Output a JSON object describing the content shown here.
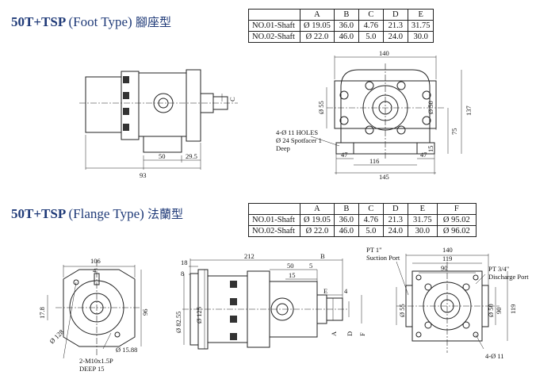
{
  "foot": {
    "title_bold": "50T+TSP",
    "title_type": "(Foot Type)",
    "title_cjk": "腳座型",
    "headers": [
      "",
      "A",
      "B",
      "C",
      "D",
      "E"
    ],
    "rows": [
      [
        "NO.01-Shaft",
        "Ø 19.05",
        "36.0",
        "4.76",
        "21.3",
        "31.75"
      ],
      [
        "NO.02-Shaft",
        "Ø 22.0",
        "46.0",
        "5.0",
        "24.0",
        "30.0"
      ]
    ],
    "dims": {
      "d50": "50",
      "d29_5": "29.5",
      "d93": "93",
      "c_tol": "C",
      "d140": "140",
      "d55": "Ø 55",
      "d50b": "Ø 50",
      "d137": "137",
      "d75": "75",
      "d15": "15",
      "d47a": "47",
      "d47b": "47",
      "d116": "116",
      "d145": "145",
      "holes1": "4-Ø 11 HOLES",
      "holes2": "Ø 24 Spotfacer 1",
      "holes3": "Deep"
    }
  },
  "flange": {
    "title_bold": "50T+TSP",
    "title_type": "(Flange Type)",
    "title_cjk": "法蘭型",
    "headers": [
      "",
      "A",
      "B",
      "C",
      "D",
      "E",
      "F"
    ],
    "rows": [
      [
        "NO.01-Shaft",
        "Ø 19.05",
        "36.0",
        "4.76",
        "21.3",
        "31.75",
        "Ø 95.02"
      ],
      [
        "NO.02-Shaft",
        "Ø 22.0",
        "46.0",
        "5.0",
        "24.0",
        "30.0",
        "Ø 96.02"
      ]
    ],
    "dims": {
      "d106": "106",
      "d4": "4",
      "d17_8": "17.8",
      "d96": "96",
      "d128": "Ø 128",
      "d15_88": "Ø 15.88",
      "m10": "2-M10x1.5P",
      "deep15": "DEEP 15",
      "d212": "212",
      "dB": "B",
      "d18": "18",
      "d8": "8",
      "d50": "50",
      "d5": "5",
      "d15": "15",
      "dE": "E",
      "d4b": "4",
      "d82": "Ø 82.55",
      "d125": "Ø 125",
      "dA": "A",
      "dD": "D",
      "dF": "F",
      "pt1": "PT 1\"",
      "suction": "Suction Port",
      "d140": "140",
      "d119": "119",
      "d90": "90",
      "pt34": "PT 3/4\"",
      "discharge": "Discharge Port",
      "d55": "Ø 55",
      "d50b": "Ø 50",
      "d90v": "90",
      "d119v": "119",
      "holes": "4-Ø 11"
    }
  }
}
